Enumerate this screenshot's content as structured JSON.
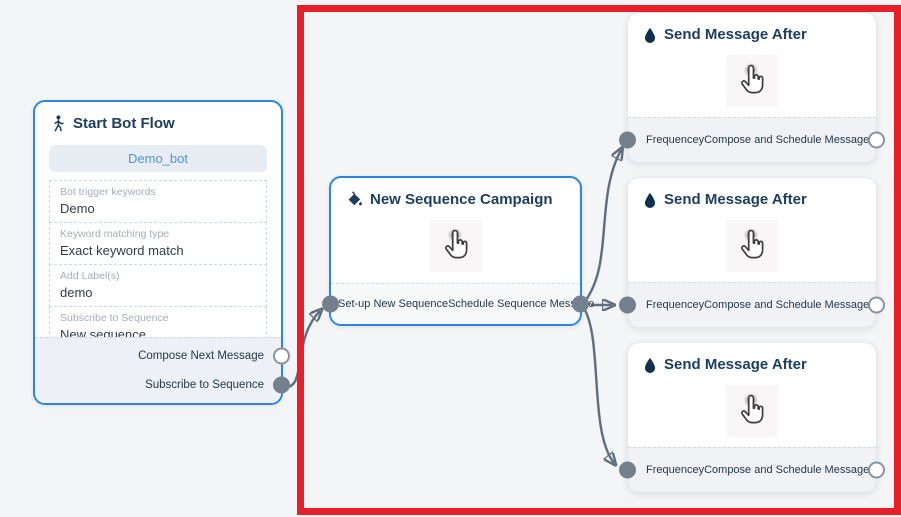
{
  "highlight": {
    "color": "#e81e29"
  },
  "colors": {
    "node_border_blue": "#2b87dd",
    "title_navy": "#1d3e5e",
    "edge_gray": "#5f6e7e",
    "port_gray": "#74808d"
  },
  "icons": {
    "start": "walking-person-icon",
    "campaign": "paint-bucket-icon",
    "message": "water-drop-icon",
    "tile": "hand-pointer-icon"
  },
  "start_node": {
    "title": "Start Bot Flow",
    "bot_button": "Demo_bot",
    "fields": [
      {
        "label": "Bot trigger keywords",
        "value": "Demo"
      },
      {
        "label": "Keyword matching type",
        "value": "Exact keyword match"
      },
      {
        "label": "Add Label(s)",
        "value": "demo"
      },
      {
        "label": "Subscribe to Sequence",
        "value": "New sequence"
      }
    ],
    "ports": [
      {
        "label": "Compose Next Message",
        "connected": false
      },
      {
        "label": "Subscribe to Sequence",
        "connected": true
      }
    ]
  },
  "campaign_node": {
    "title": "New Sequence Campaign",
    "left_port": "Set-up New Sequence",
    "right_port": "Schedule Sequence Message"
  },
  "message_nodes": [
    {
      "title": "Send Message After",
      "left_port": "Frequencey",
      "right_port": "Compose and Schedule Message"
    },
    {
      "title": "Send Message After",
      "left_port": "Frequencey",
      "right_port": "Compose and Schedule Message"
    },
    {
      "title": "Send Message After",
      "left_port": "Frequencey",
      "right_port": "Compose and Schedule Message"
    }
  ]
}
